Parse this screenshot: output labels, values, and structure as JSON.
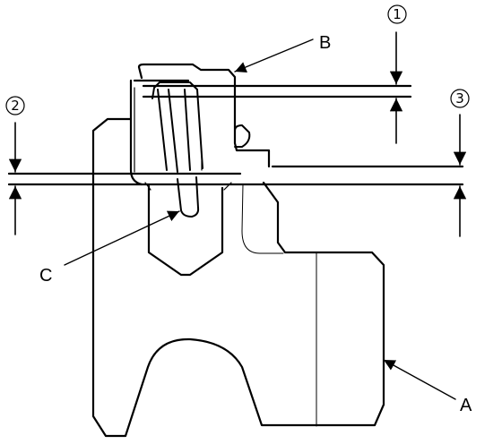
{
  "diagram": {
    "callouts": {
      "a": "A",
      "b": "B",
      "c": "C"
    },
    "dimensions": {
      "d1": "1",
      "d2": "2",
      "d3": "3"
    }
  }
}
